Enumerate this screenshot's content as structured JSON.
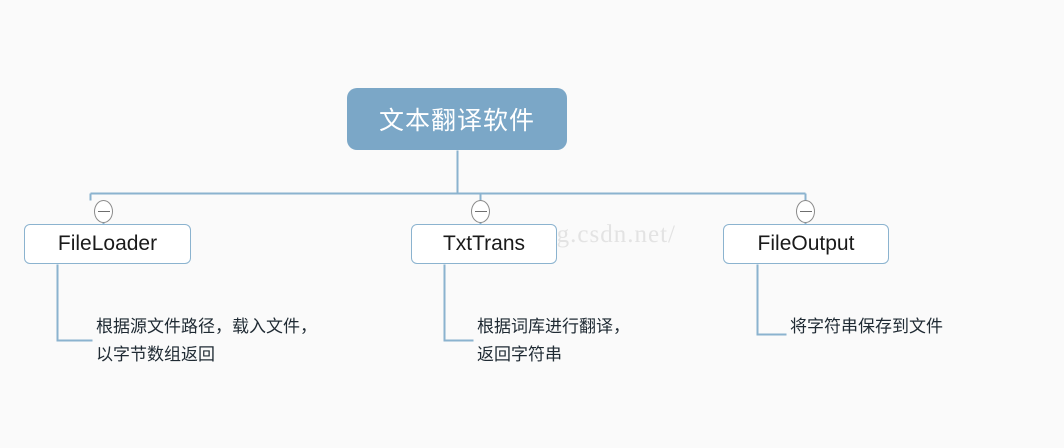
{
  "diagram": {
    "type": "mind-map",
    "background_color": "#fafafa",
    "root": {
      "label": "文本翻译软件",
      "fill_color": "#7ba7c7",
      "text_color": "#ffffff"
    },
    "edge_color": "#8bb3cf",
    "nodes": [
      {
        "label": "FileLoader",
        "collapse_icon": "minus-circle-icon",
        "note_lines": [
          "根据源文件路径，载入文件，",
          "以字节数组返回"
        ]
      },
      {
        "label": "TxtTrans",
        "collapse_icon": "minus-circle-icon",
        "note_lines": [
          "根据词库进行翻译，",
          "返回字符串"
        ]
      },
      {
        "label": "FileOutput",
        "collapse_icon": "minus-circle-icon",
        "note_lines": [
          "将字符串保存到文件"
        ]
      }
    ]
  },
  "watermark": {
    "text": "http://blog.csdn.net/"
  }
}
